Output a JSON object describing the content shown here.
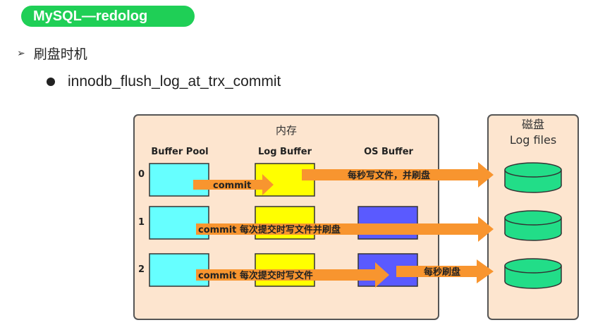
{
  "header": {
    "title": "MySQL—redolog"
  },
  "bullet1": {
    "text": "刷盘时机"
  },
  "bullet2": {
    "text": "innodb_flush_log_at_trx_commit"
  },
  "diagram": {
    "memory_label": "内存",
    "disk_label": "磁盘",
    "log_files_label": "Log files",
    "columns": [
      "Buffer Pool",
      "Log Buffer",
      "OS Buffer"
    ],
    "rows": [
      {
        "index": "0",
        "labels": [
          "commit",
          "每秒写文件，并刷盘"
        ]
      },
      {
        "index": "1",
        "labels": [
          "commit 每次提交时写文件并刷盘"
        ]
      },
      {
        "index": "2",
        "labels": [
          "commit 每次提交时写文件",
          "每秒刷盘"
        ]
      }
    ],
    "colors": {
      "memory_bg": "#fde5cf",
      "panel_border": "#555555",
      "buffer_pool": "#66ffff",
      "log_buffer": "#ffff00",
      "os_buffer": "#5a5aff",
      "disk": "#22dd88",
      "arrow": "#f8952f"
    }
  }
}
